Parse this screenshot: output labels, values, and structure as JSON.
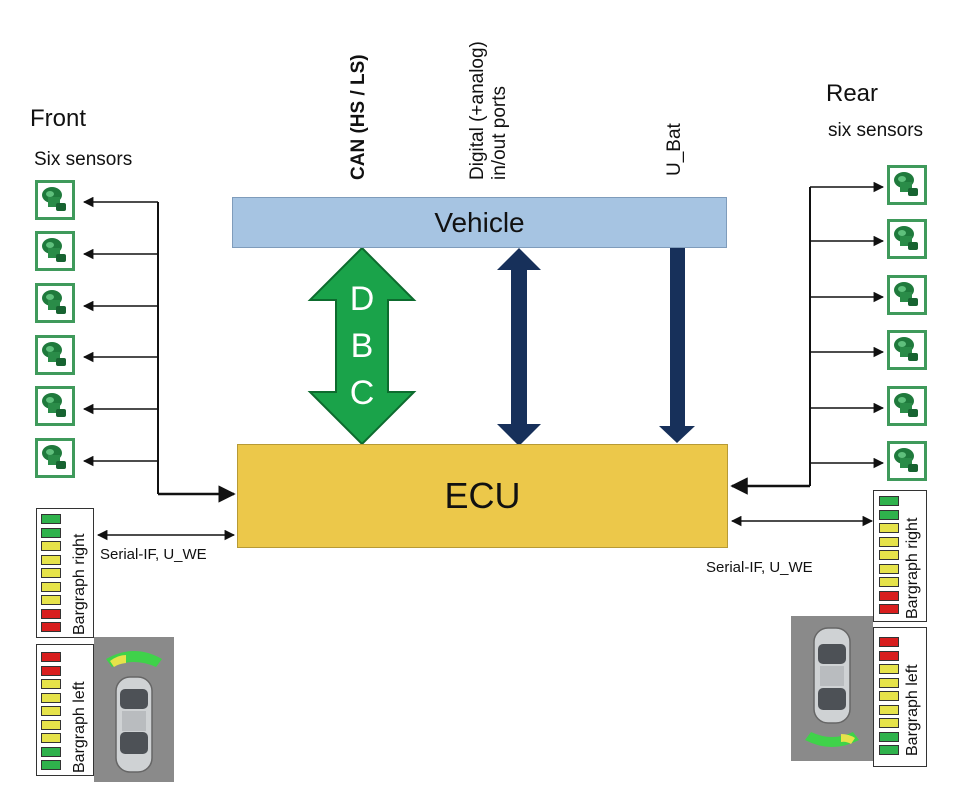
{
  "front": {
    "title": "Front",
    "subtitle": "Six sensors"
  },
  "rear": {
    "title": "Rear",
    "subtitle": "six sensors"
  },
  "bus_labels": {
    "can": "CAN (HS / LS)",
    "digital_line1": "Digital (+analog)",
    "digital_line2": "in/out ports",
    "ubat": "U_Bat"
  },
  "vehicle_label": "Vehicle",
  "ecu_label": "ECU",
  "dbc": [
    "D",
    "B",
    "C"
  ],
  "interface_left": "Serial-IF, U_WE",
  "interface_right": "Serial-IF, U_WE",
  "bargraphs": {
    "front_right": {
      "label": "Bargraph right",
      "segments": [
        "green",
        "green",
        "yellow",
        "yellow",
        "yellow",
        "yellow",
        "yellow",
        "red",
        "red"
      ]
    },
    "front_left": {
      "label": "Bargraph left",
      "segments": [
        "red",
        "red",
        "yellow",
        "yellow",
        "yellow",
        "yellow",
        "yellow",
        "green",
        "green"
      ]
    },
    "rear_right": {
      "label": "Bargraph right",
      "segments": [
        "green",
        "green",
        "yellow",
        "yellow",
        "yellow",
        "yellow",
        "yellow",
        "red",
        "red"
      ]
    },
    "rear_left": {
      "label": "Bargraph left",
      "segments": [
        "red",
        "red",
        "yellow",
        "yellow",
        "yellow",
        "yellow",
        "yellow",
        "green",
        "green"
      ]
    }
  },
  "colors": {
    "vehicle": "#a6c4e2",
    "ecu": "#ecc84a",
    "dbc_arrow": "#1aa34a",
    "bus_arrow": "#17305a",
    "sensor_border": "#3f9a5b",
    "seg_green": "#2fb24c",
    "seg_yellow": "#e6e34a",
    "seg_red": "#d81e1e"
  }
}
